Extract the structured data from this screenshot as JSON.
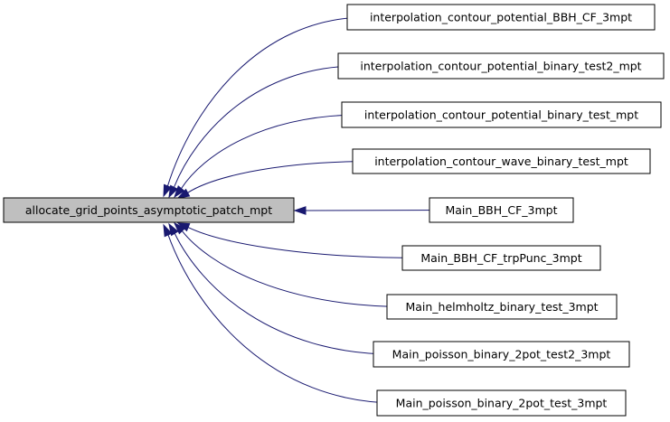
{
  "graph": {
    "colors": {
      "edge": "#191970",
      "focus_fill": "#bfbfbf",
      "node_fill": "#ffffff",
      "border": "#000000"
    },
    "focus": {
      "label": "allocate_grid_points_asymptotic_patch_mpt"
    },
    "callers": [
      {
        "label": "interpolation_contour_potential_BBH_CF_3mpt"
      },
      {
        "label": "interpolation_contour_potential_binary_test2_mpt"
      },
      {
        "label": "interpolation_contour_potential_binary_test_mpt"
      },
      {
        "label": "interpolation_contour_wave_binary_test_mpt"
      },
      {
        "label": "Main_BBH_CF_3mpt"
      },
      {
        "label": "Main_BBH_CF_trpPunc_3mpt"
      },
      {
        "label": "Main_helmholtz_binary_test_3mpt"
      },
      {
        "label": "Main_poisson_binary_2pot_test2_3mpt"
      },
      {
        "label": "Main_poisson_binary_2pot_test_3mpt"
      }
    ]
  }
}
